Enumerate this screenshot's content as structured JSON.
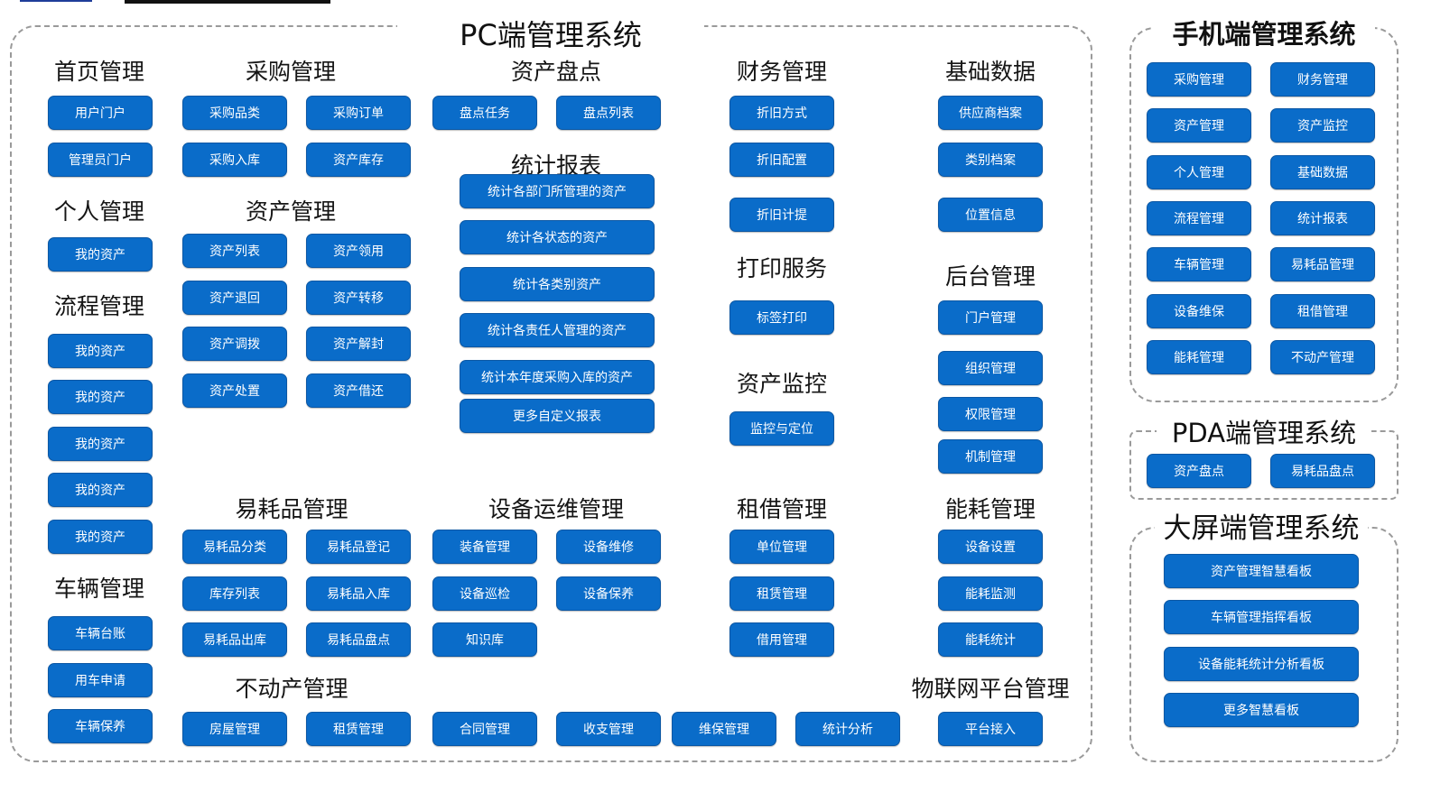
{
  "pc": {
    "title": "PC端管理系统",
    "groups": {
      "home": {
        "title": "首页管理",
        "items": [
          "用户门户",
          "管理员门户"
        ]
      },
      "personal": {
        "title": "个人管理",
        "items": [
          "我的资产"
        ]
      },
      "process": {
        "title": "流程管理",
        "items": [
          "我的资产",
          "我的资产",
          "我的资产",
          "我的资产",
          "我的资产"
        ]
      },
      "vehicle": {
        "title": "车辆管理",
        "items": [
          "车辆台账",
          "用车申请",
          "车辆保养"
        ]
      },
      "purchase": {
        "title": "采购管理",
        "items": [
          "采购品类",
          "采购订单",
          "采购入库",
          "资产库存"
        ]
      },
      "asset": {
        "title": "资产管理",
        "items": [
          "资产列表",
          "资产领用",
          "资产退回",
          "资产转移",
          "资产调拨",
          "资产解封",
          "资产处置",
          "资产借还"
        ]
      },
      "inventory": {
        "title": "资产盘点",
        "items": [
          "盘点任务",
          "盘点列表"
        ]
      },
      "report": {
        "title": "统计报表",
        "items": [
          "统计各部门所管理的资产",
          "统计各状态的资产",
          "统计各类别资产",
          "统计各责任人管理的资产",
          "统计本年度采购入库的资产",
          "更多自定义报表"
        ]
      },
      "finance": {
        "title": "财务管理",
        "items": [
          "折旧方式",
          "折旧配置",
          "折旧计提"
        ]
      },
      "print": {
        "title": "打印服务",
        "items": [
          "标签打印"
        ]
      },
      "monitor": {
        "title": "资产监控",
        "items": [
          "监控与定位"
        ]
      },
      "basic": {
        "title": "基础数据",
        "items": [
          "供应商档案",
          "类别档案",
          "位置信息"
        ]
      },
      "backend": {
        "title": "后台管理",
        "items": [
          "门户管理",
          "组织管理",
          "权限管理",
          "机制管理"
        ]
      },
      "consumable": {
        "title": "易耗品管理",
        "items": [
          "易耗品分类",
          "易耗品登记",
          "库存列表",
          "易耗品入库",
          "易耗品出库",
          "易耗品盘点"
        ]
      },
      "equipment": {
        "title": "设备运维管理",
        "items": [
          "装备管理",
          "设备维修",
          "设备巡检",
          "设备保养",
          "知识库"
        ]
      },
      "lease": {
        "title": "租借管理",
        "items": [
          "单位管理",
          "租赁管理",
          "借用管理"
        ]
      },
      "energy": {
        "title": "能耗管理",
        "items": [
          "设备设置",
          "能耗监测",
          "能耗统计"
        ]
      },
      "realestate": {
        "title": "不动产管理",
        "items": [
          "房屋管理",
          "租赁管理",
          "合同管理",
          "收支管理",
          "维保管理",
          "统计分析"
        ]
      },
      "iot": {
        "title": "物联网平台管理",
        "items": [
          "平台接入"
        ]
      }
    }
  },
  "mobile": {
    "title": "手机端管理系统",
    "items": [
      "采购管理",
      "财务管理",
      "资产管理",
      "资产监控",
      "个人管理",
      "基础数据",
      "流程管理",
      "统计报表",
      "车辆管理",
      "易耗品管理",
      "设备维保",
      "租借管理",
      "能耗管理",
      "不动产管理"
    ]
  },
  "pda": {
    "title": "PDA端管理系统",
    "items": [
      "资产盘点",
      "易耗品盘点"
    ]
  },
  "bigscreen": {
    "title": "大屏端管理系统",
    "items": [
      "资产管理智慧看板",
      "车辆管理指挥看板",
      "设备能耗统计分析看板",
      "更多智慧看板"
    ]
  },
  "colors": {
    "button": "#0a6cc9",
    "frame": "#9a9a9a",
    "title_bar": "#1f3d99"
  }
}
